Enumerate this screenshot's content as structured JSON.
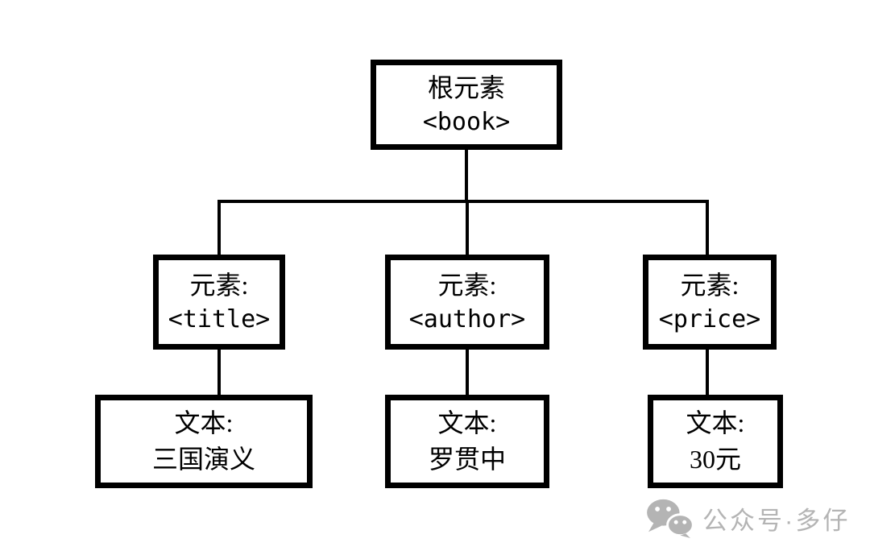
{
  "page": {
    "background_color": "#ffffff",
    "line_color": "#000000",
    "box_border_color": "#000000",
    "watermark_color": "#b4b4b4"
  },
  "diagram": {
    "type": "xml-tree",
    "nodes": {
      "root": {
        "line1": "根元素",
        "line2": "<book>"
      },
      "el_title": {
        "line1": "元素:",
        "line2": "<title>"
      },
      "el_author": {
        "line1": "元素:",
        "line2": "<author>"
      },
      "el_price": {
        "line1": "元素:",
        "line2": "<price>"
      },
      "text_title": {
        "line1": "文本:",
        "line2": "三国演义"
      },
      "text_author": {
        "line1": "文本:",
        "line2": "罗贯中"
      },
      "text_price": {
        "line1": "文本:",
        "line2": "30元"
      }
    },
    "edges": [
      {
        "from": "root",
        "to": "el_title"
      },
      {
        "from": "root",
        "to": "el_author"
      },
      {
        "from": "root",
        "to": "el_price"
      },
      {
        "from": "el_title",
        "to": "text_title"
      },
      {
        "from": "el_author",
        "to": "text_author"
      },
      {
        "from": "el_price",
        "to": "text_price"
      }
    ]
  },
  "watermark": {
    "icon": "wechat-icon",
    "label": "公众号·多仔"
  }
}
